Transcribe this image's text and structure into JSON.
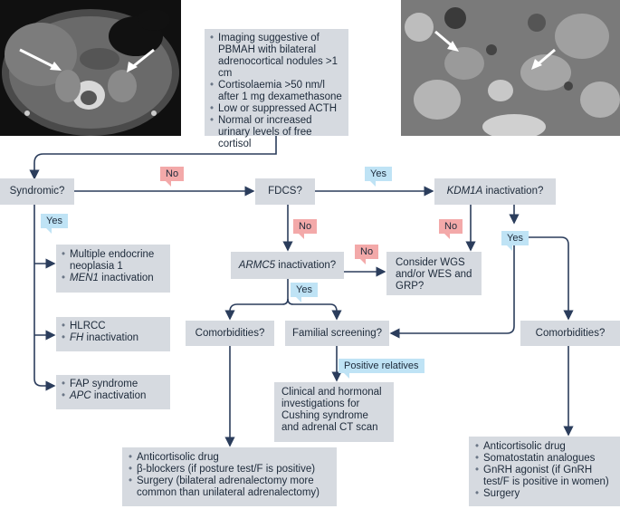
{
  "criteria": [
    "Imaging suggestive of PBMAH with bilateral adrenocortical nodules >1 cm",
    "Cortisolaemia >50 nm/l after 1 mg dexamethasone",
    "Low or suppressed ACTH",
    "Normal or increased urinary levels of free cortisol"
  ],
  "nodes": {
    "syndromic": "Syndromic?",
    "fdcs": "FDCS?",
    "kdm1a_italic": "KDM1A",
    "kdm1a_rest": " inactivation?",
    "armc5_italic": "ARMC5",
    "armc5_rest": " inactivation?",
    "consider": "Consider WGS and/or WES and GRP?",
    "comorb_left": "Comorbidities?",
    "familial": "Familial screening?",
    "comorb_right": "Comorbidities?",
    "clinical": "Clinical and hormonal investigations for Cushing syndrome and adrenal CT scan"
  },
  "syndromes": {
    "men": {
      "line1": "Multiple endocrine neoplasia 1",
      "gene": "MEN1",
      "rest": " inactivation"
    },
    "hlrcc": {
      "line1": "HLRCC",
      "gene": "FH",
      "rest": " inactivation"
    },
    "fap": {
      "line1": "FAP syndrome",
      "gene": "APC",
      "rest": " inactivation"
    }
  },
  "treatment_left": [
    "Anticortisolic drug",
    "β-blockers (if posture test/F is positive)",
    "Surgery (bilateral adrenalectomy more common than unilateral adrenalectomy)"
  ],
  "treatment_right": [
    "Anticortisolic drug",
    "Somatostatin analogues",
    "GnRH agonist (if GnRH test/F is positive in women)",
    "Surgery"
  ],
  "tags": {
    "yes": "Yes",
    "no": "No",
    "positive_relatives": "Positive relatives"
  },
  "colors": {
    "box": "#d6dae0",
    "line": "#2b3d5c",
    "yes": "#bfe3f5",
    "no": "#f3a9a9"
  }
}
